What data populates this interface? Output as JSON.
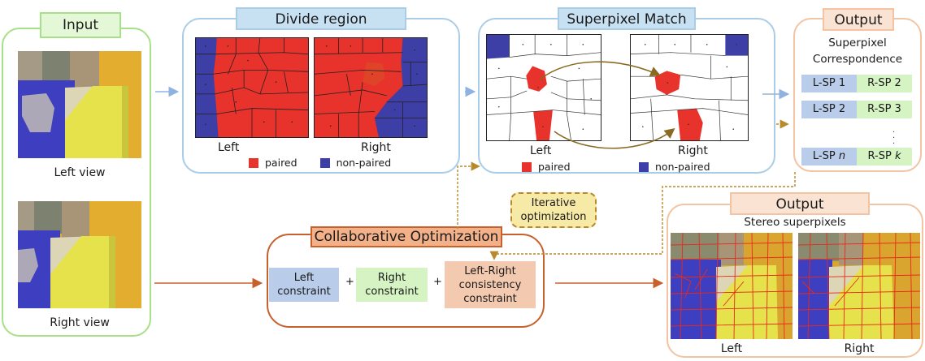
{
  "colors": {
    "input_green": "#a8e08a",
    "blue_frame": "#a9cde6",
    "output_peach": "#f2c4a4",
    "collab_orange": "#c8602c",
    "paired_red": "#e8322c",
    "nonpaired_blue": "#3d3fa6",
    "iter_gold": "#b88a2c"
  },
  "input": {
    "title": "Input",
    "left_caption": "Left view",
    "right_caption": "Right view"
  },
  "divide": {
    "title": "Divide region",
    "left_label": "Left",
    "right_label": "Right",
    "legend_paired": "paired",
    "legend_nonpaired": "non-paired"
  },
  "match": {
    "title": "Superpixel Match",
    "left_label": "Left",
    "right_label": "Right",
    "legend_paired": "paired",
    "legend_nonpaired": "non-paired"
  },
  "output_corr": {
    "title": "Output",
    "subtitle_line1": "Superpixel",
    "subtitle_line2": "Correspondence",
    "rows": [
      {
        "left": "L-SP 1",
        "right": "R-SP 2"
      },
      {
        "left": "L-SP 2",
        "right": "R-SP 3"
      },
      {
        "left_prefix": "L-SP ",
        "left_var": "n",
        "right_prefix": "R-SP ",
        "right_var": "k"
      }
    ],
    "ellipsis": "·\n·\n·"
  },
  "iterative": {
    "line1": "Iterative",
    "line2": "optimization"
  },
  "collab": {
    "title": "Collaborative Optimization",
    "left_constraint": {
      "line1": "Left",
      "line2": "constraint"
    },
    "right_constraint": {
      "line1": "Right",
      "line2": "constraint"
    },
    "lr_constraint": {
      "line1": "Left-Right",
      "line2": "consistency",
      "line3": "constraint"
    },
    "plus": "+"
  },
  "output_stereo": {
    "title": "Output",
    "subtitle": "Stereo superpixels",
    "left_label": "Left",
    "right_label": "Right"
  }
}
